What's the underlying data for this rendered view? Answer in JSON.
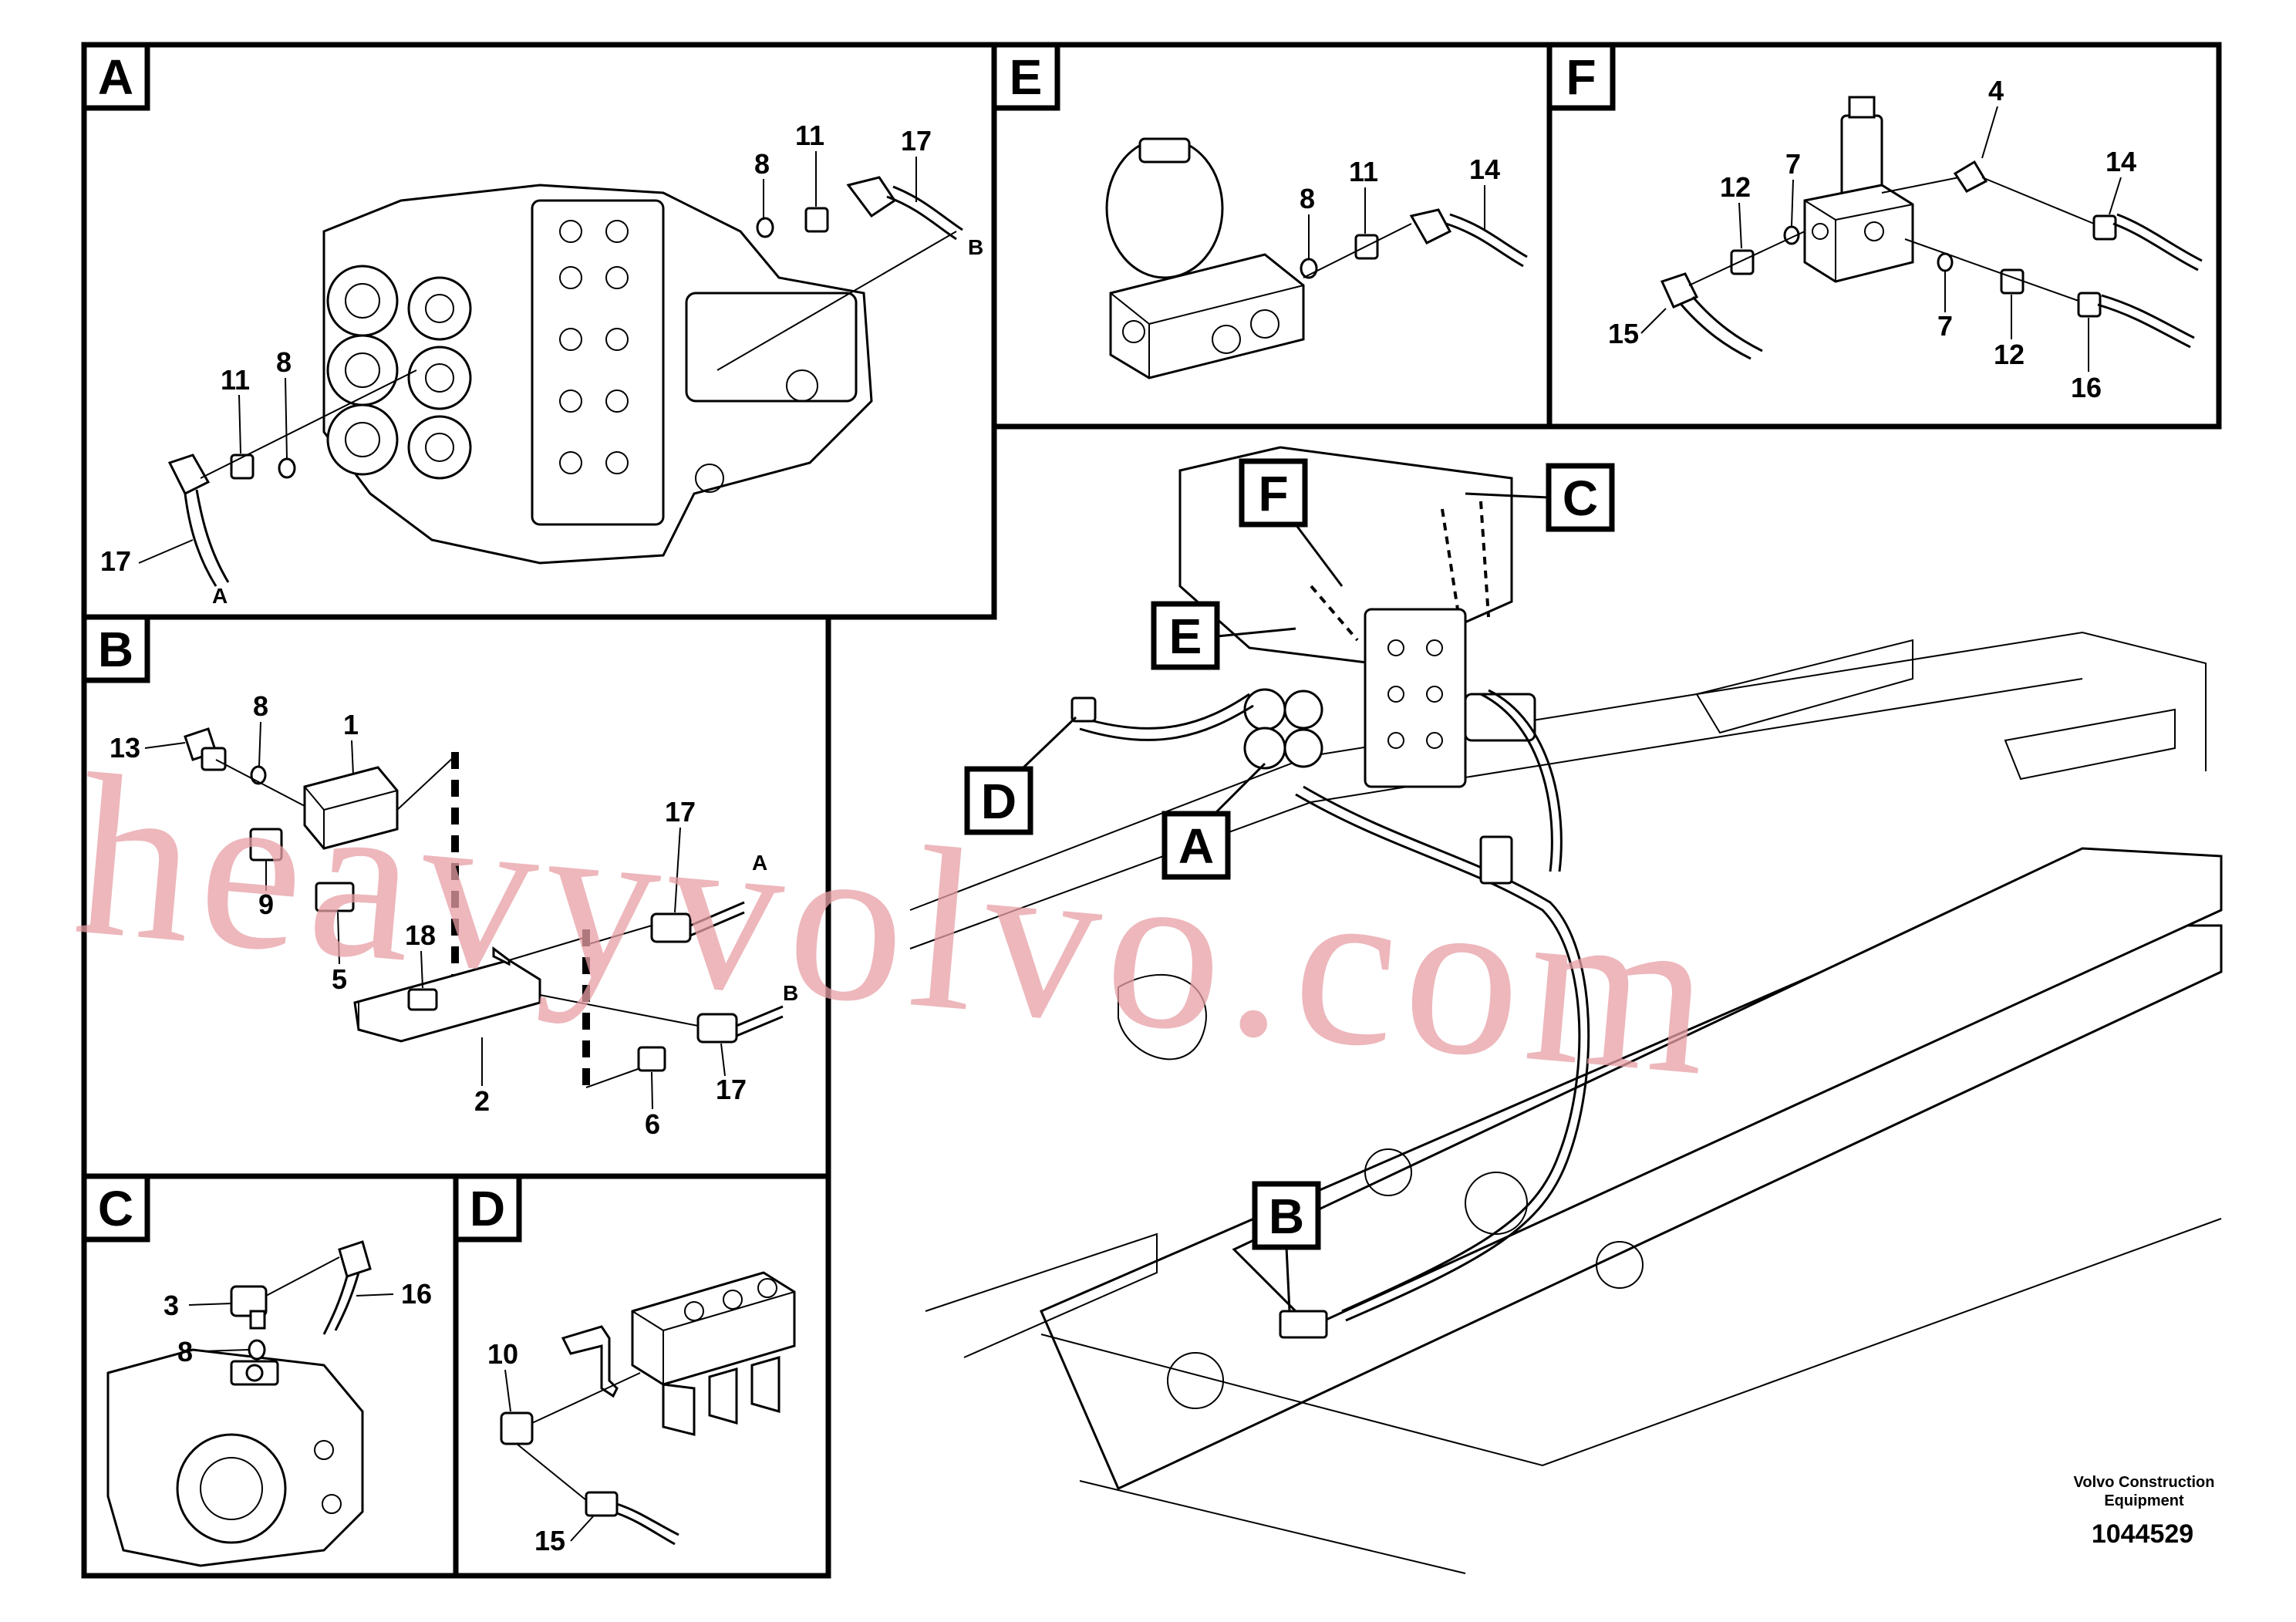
{
  "panels": {
    "A": {
      "letter": "A",
      "labels": [
        "8",
        "11",
        "17",
        "11",
        "8",
        "17"
      ],
      "ends": [
        "B",
        "A"
      ]
    },
    "B": {
      "letter": "B",
      "labels": [
        "13",
        "8",
        "1",
        "9",
        "5",
        "18",
        "2",
        "17",
        "17",
        "6"
      ],
      "ends": [
        "A",
        "B"
      ]
    },
    "C": {
      "letter": "C",
      "labels": [
        "3",
        "16",
        "8"
      ]
    },
    "D": {
      "letter": "D",
      "labels": [
        "10",
        "15"
      ]
    },
    "E": {
      "letter": "E",
      "labels": [
        "8",
        "11",
        "14"
      ]
    },
    "F": {
      "letter": "F",
      "labels": [
        "4",
        "12",
        "7",
        "14",
        "15",
        "7",
        "12",
        "16"
      ]
    }
  },
  "callouts": [
    "F",
    "C",
    "E",
    "D",
    "A",
    "B"
  ],
  "footer": {
    "company_line1": "Volvo Construction",
    "company_line2": "Equipment",
    "drawing_number": "1044529"
  },
  "watermark": {
    "text": "heavyvolvo.com"
  }
}
